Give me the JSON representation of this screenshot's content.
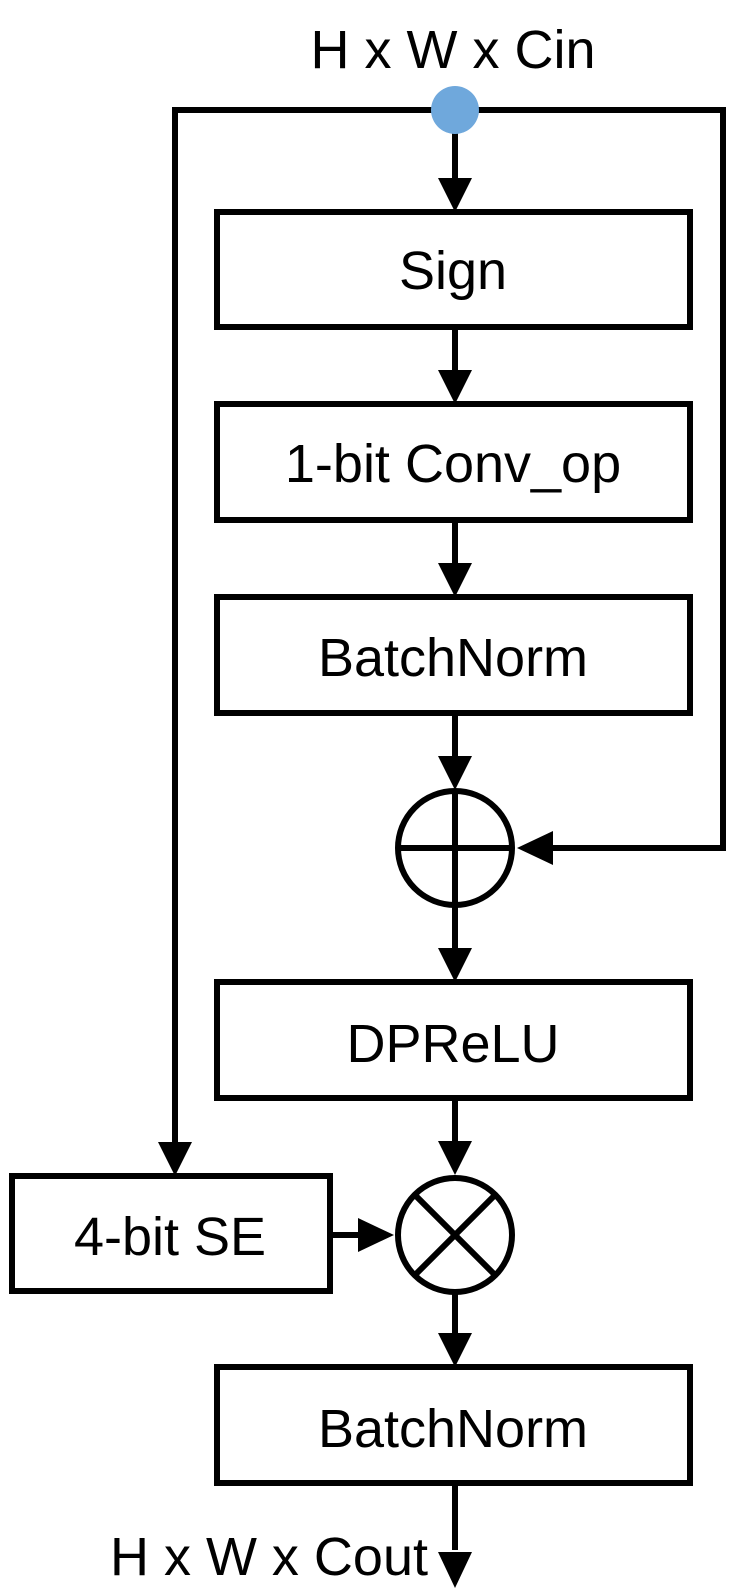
{
  "input_shape": "H x W x Cin",
  "output_shape": "H x W x Cout",
  "blocks": {
    "sign": "Sign",
    "conv": "1-bit Conv_op",
    "batchnorm_1": "BatchNorm",
    "dprelu": "DPReLU",
    "se": "4-bit SE",
    "batchnorm_2": "BatchNorm"
  },
  "operators": {
    "add": "add",
    "multiply": "multiply"
  },
  "colors": {
    "input_node": "#6fa8dc",
    "stroke": "#000000",
    "background": "#ffffff"
  }
}
